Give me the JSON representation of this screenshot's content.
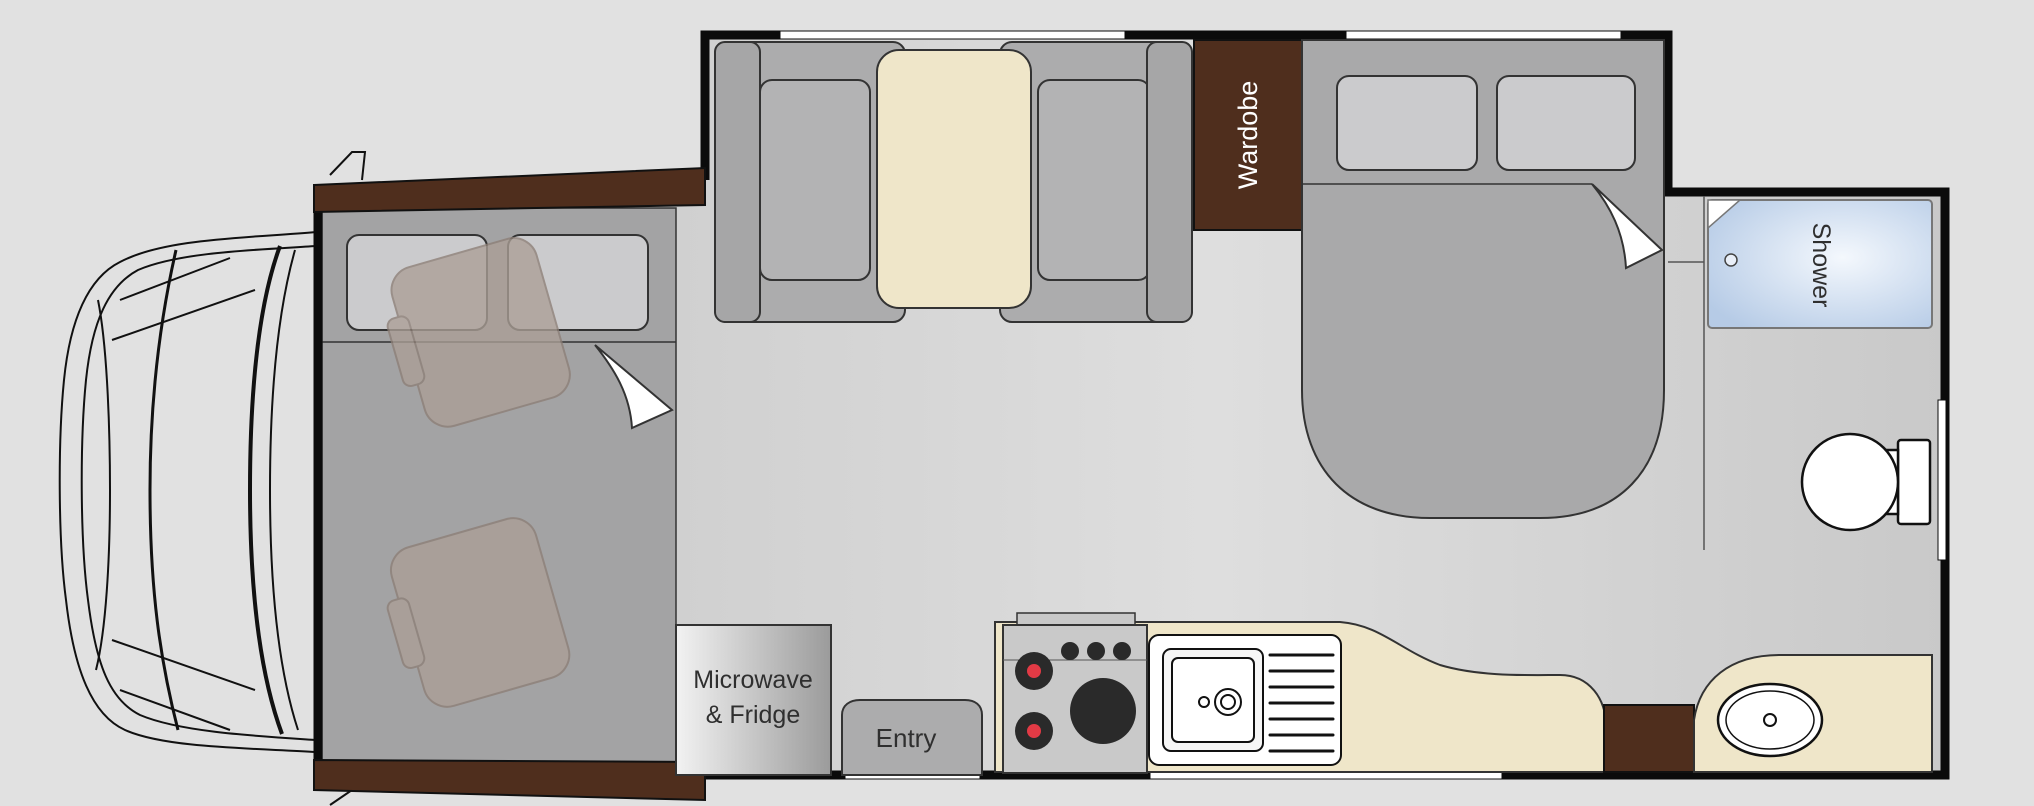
{
  "labels": {
    "wardrobe": "Wardobe",
    "shower": "Shower",
    "microwave_line1": "Microwave",
    "microwave_line2": "& Fridge",
    "entry": "Entry"
  },
  "colors": {
    "background": "#e1e1e1",
    "floor": "#d2d2d2",
    "wall": "#0b0b0b",
    "wood": "#4f2e1d",
    "upholstery": "#a9a9aa",
    "cushion": "#c9c9cb",
    "cream": "#efe6c9",
    "shower_tray": "#c3d5ec",
    "cab_seat": "#a89e97"
  }
}
